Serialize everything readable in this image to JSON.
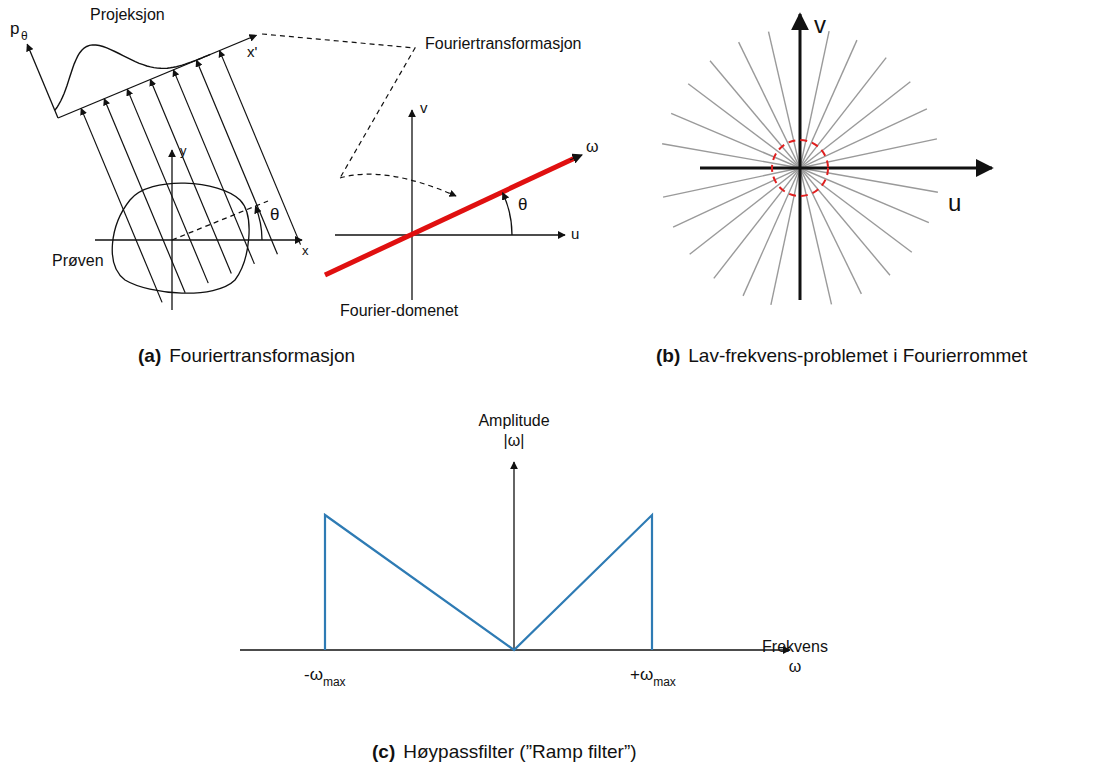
{
  "diagram": {
    "labels": [
      "p",
      "θ",
      "Projeksjon",
      "x'",
      "y",
      "x",
      "θ",
      "Prøven",
      "Fouriertransformasjon",
      "v",
      "u",
      "ω",
      "θ",
      "Fourier-domenet",
      "v",
      "u",
      "(a)",
      "Fouriertransformasjon",
      "(b)",
      "Lav-frekvens-problemet i Fourierrommet",
      "Amplitude",
      "|ω|",
      "Frekvens",
      "ω",
      "-ω",
      "max",
      "+ω",
      "max",
      "(c)",
      "Høypassfilter (”Ramp filter”)"
    ]
  }
}
